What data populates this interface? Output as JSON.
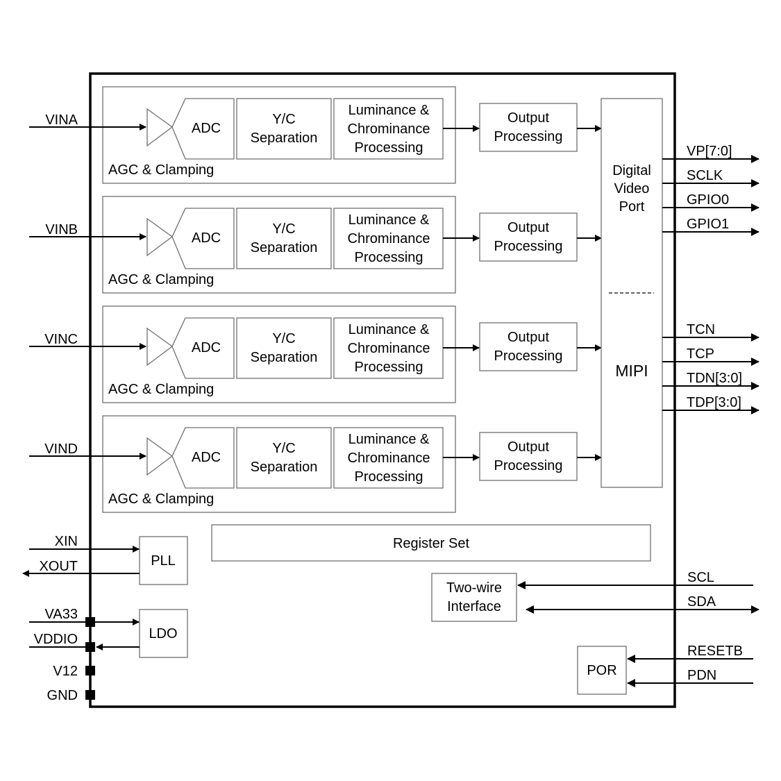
{
  "diagram": {
    "channels": [
      {
        "input": "VINA",
        "agc_label": "AGC & Clamping",
        "adc": "ADC",
        "yc": [
          "Y/C",
          "Separation"
        ],
        "lcp": [
          "Luminance &",
          "Chrominance",
          "Processing"
        ],
        "output": [
          "Output",
          "Processing"
        ]
      },
      {
        "input": "VINB",
        "agc_label": "AGC & Clamping",
        "adc": "ADC",
        "yc": [
          "Y/C",
          "Separation"
        ],
        "lcp": [
          "Luminance &",
          "Chrominance",
          "Processing"
        ],
        "output": [
          "Output",
          "Processing"
        ]
      },
      {
        "input": "VINC",
        "agc_label": "AGC & Clamping",
        "adc": "ADC",
        "yc": [
          "Y/C",
          "Separation"
        ],
        "lcp": [
          "Luminance &",
          "Chrominance",
          "Processing"
        ],
        "output": [
          "Output",
          "Processing"
        ]
      },
      {
        "input": "VIND",
        "agc_label": "AGC & Clamping",
        "adc": "ADC",
        "yc": [
          "Y/C",
          "Separation"
        ],
        "lcp": [
          "Luminance &",
          "Chrominance",
          "Processing"
        ],
        "output": [
          "Output",
          "Processing"
        ]
      }
    ],
    "dvp_block": [
      "Digital",
      "Video",
      "Port"
    ],
    "mipi_block": "MIPI",
    "dvp_outputs": [
      "VP[7:0]",
      "SCLK",
      "GPIO0",
      "GPIO1"
    ],
    "mipi_outputs": [
      "TCN",
      "TCP",
      "TDN[3:0]",
      "TDP[3:0]"
    ],
    "register_set": "Register Set",
    "pll": {
      "label": "PLL",
      "input": "XIN",
      "output": "XOUT"
    },
    "ldo": {
      "label": "LDO",
      "input": "VA33",
      "output": "VDDIO"
    },
    "power_pins": [
      "V12",
      "GND"
    ],
    "two_wire": {
      "label": [
        "Two-wire",
        "Interface"
      ],
      "signals": [
        "SCL",
        "SDA"
      ]
    },
    "por": {
      "label": "POR",
      "signals": [
        "RESETB",
        "PDN"
      ]
    }
  }
}
